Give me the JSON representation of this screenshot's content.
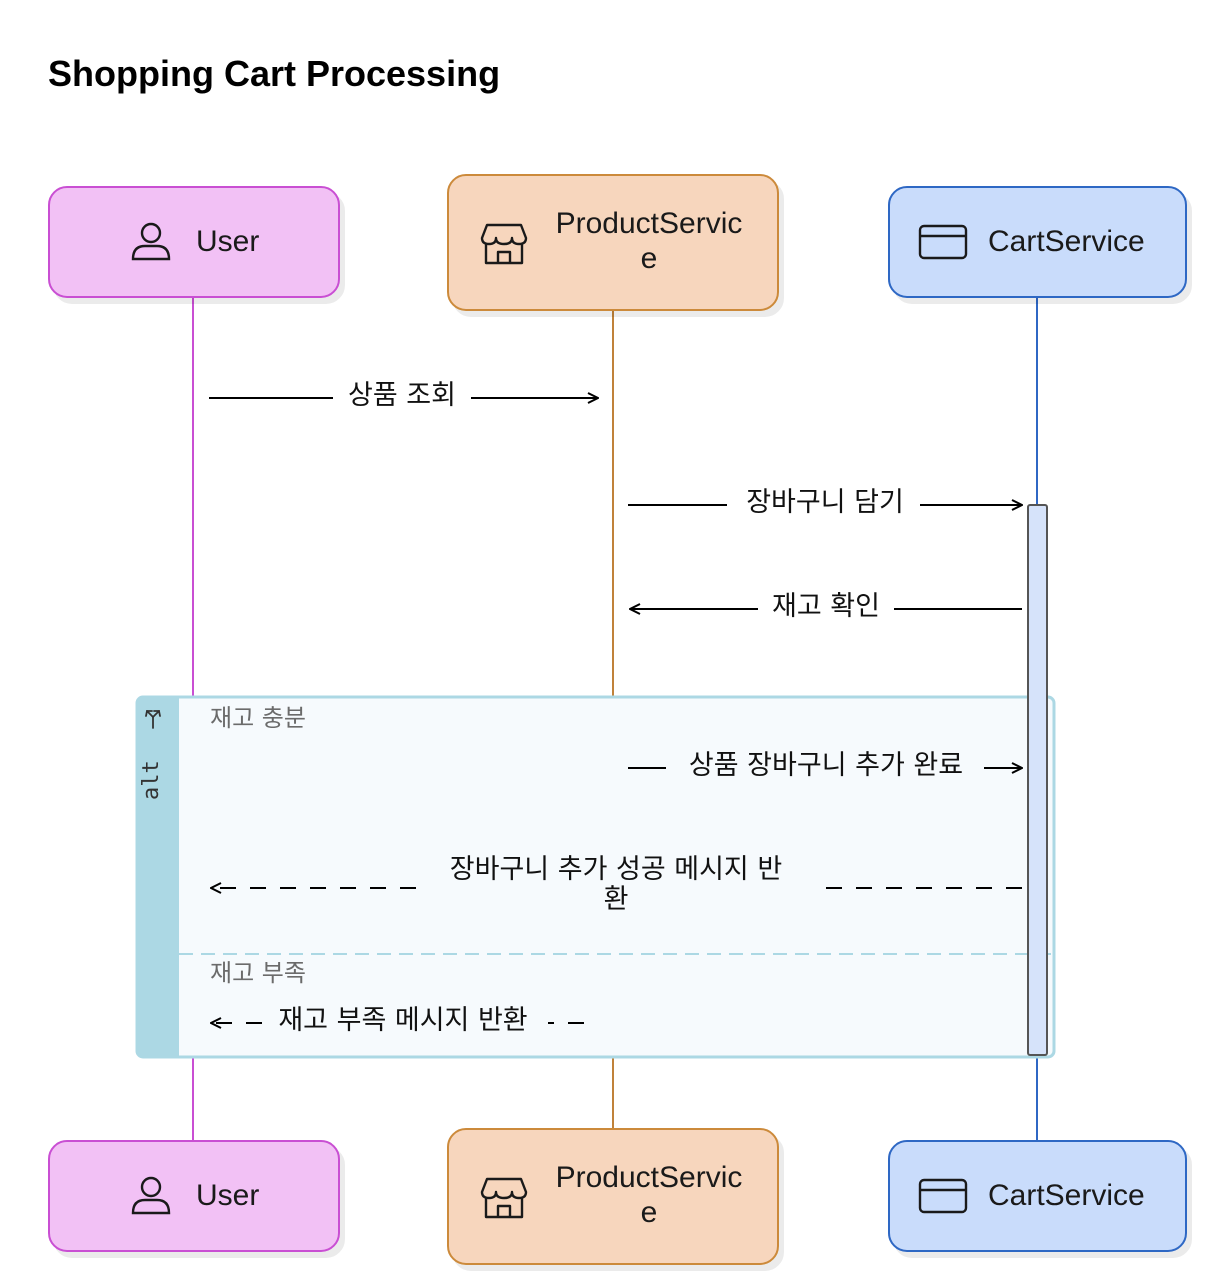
{
  "title": "Shopping Cart Processing",
  "actors": {
    "user": {
      "label": "User",
      "icon": "user-icon",
      "fill": "#f2c1f5",
      "stroke": "#c94fd3",
      "line": "#c94fd3"
    },
    "product": {
      "label_line1": "ProductServic",
      "label_line2": "e",
      "icon": "store-icon",
      "fill": "#f7d6bd",
      "stroke": "#cc8a3a",
      "line": "#c0823a"
    },
    "cart": {
      "label": "CartService",
      "icon": "credit-card-icon",
      "fill": "#c9dcfb",
      "stroke": "#2f67c4",
      "line": "#2f67c4"
    }
  },
  "messages": {
    "m1": "상품 조회",
    "m2": "장바구니 담기",
    "m3": "재고 확인",
    "m4": "상품 장바구니 추가 완료",
    "m5_line1": "장바구니 추가 성공 메시지 반",
    "m5_line2": "환",
    "m6": "재고 부족 메시지 반환"
  },
  "fragment": {
    "kind": "alt",
    "condition1": "재고 충분",
    "condition2": "재고 부족",
    "color": "#acd8e4"
  }
}
